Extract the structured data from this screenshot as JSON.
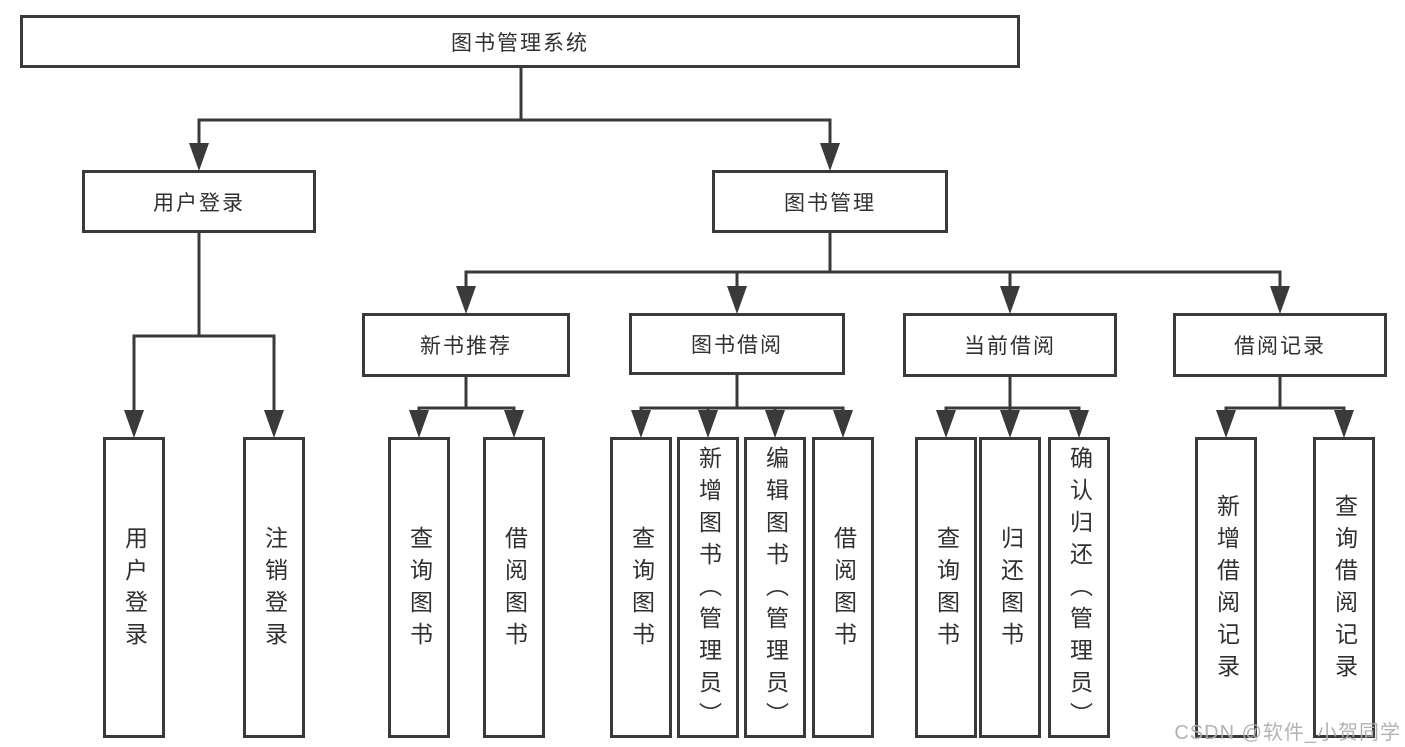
{
  "diagram": {
    "type": "hierarchy-tree",
    "line_color": "#3a3a3a",
    "box_fill": "#ffffff"
  },
  "nodes": {
    "root": {
      "label": "图书管理系统"
    },
    "user_login_branch": {
      "label": "用户登录"
    },
    "book_mgmt_branch": {
      "label": "图书管理"
    },
    "new_books": {
      "label": "新书推荐"
    },
    "book_borrow": {
      "label": "图书借阅"
    },
    "current_borrow": {
      "label": "当前借阅"
    },
    "borrow_records": {
      "label": "借阅记录"
    },
    "leaves": {
      "user_login": "用户登录",
      "logout": "注销登录",
      "nb_query": "查询图书",
      "nb_borrow": "借阅图书",
      "bb_query": "查询图书",
      "bb_add": "新增图书（管理员）",
      "bb_edit": "编辑图书（管理员）",
      "bb_borrow": "借阅图书",
      "cb_query": "查询图书",
      "cb_return": "归还图书",
      "cb_confirm": "确认归还（管理员）",
      "br_add": "新增借阅记录",
      "br_query": "查询借阅记录"
    }
  },
  "watermark": "CSDN @软件_小贺同学"
}
